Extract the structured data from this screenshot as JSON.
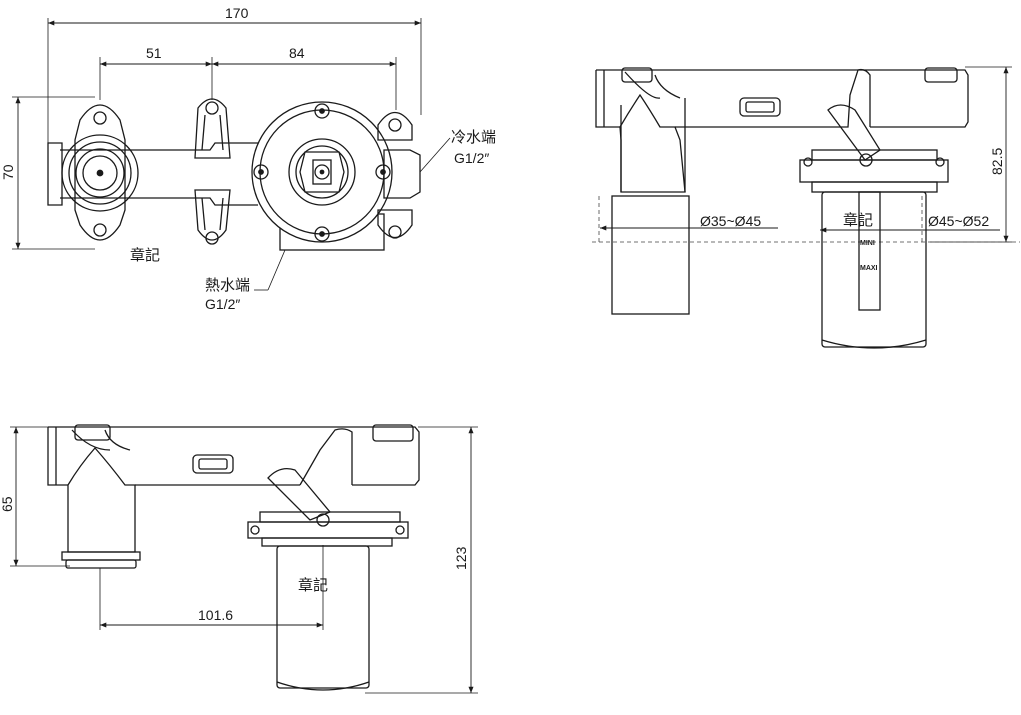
{
  "dimensions": {
    "overall_width": "170",
    "left_spacing": "51",
    "right_spacing": "84",
    "height": "70",
    "side_height": "82.5",
    "front_height": "65",
    "total_height": "123",
    "center_distance": "101.6",
    "diameter_small": "Ø35~Ø45",
    "diameter_large": "Ø45~Ø52"
  },
  "labels": {
    "cold_inlet": "冷水端",
    "cold_thread": "G1/2″",
    "hot_inlet": "熱水端",
    "hot_thread": "G1/2″",
    "watermark": "章記",
    "mini": "MINI",
    "maxi": "MAXI"
  }
}
